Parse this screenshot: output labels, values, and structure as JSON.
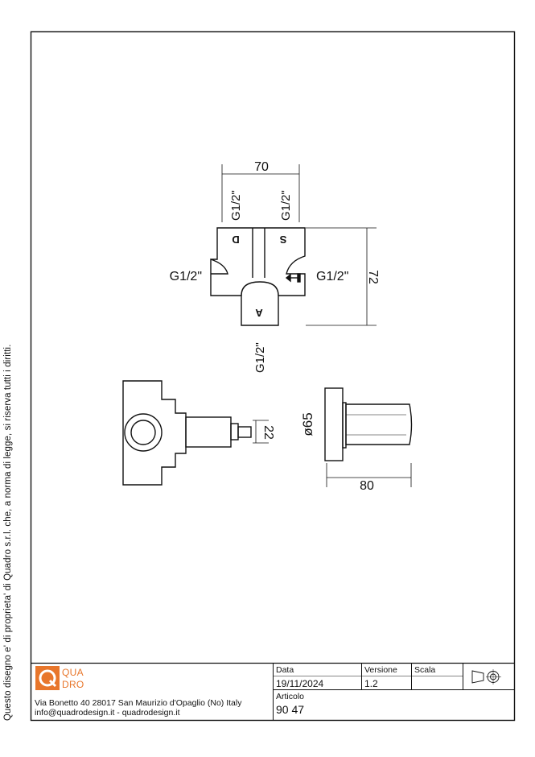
{
  "drawing": {
    "top_view": {
      "width_dim": "70",
      "height_dim": "72",
      "port_top_left": "G1/2\"",
      "port_top_right": "G1/2\"",
      "port_left": "G1/2\"",
      "port_right": "G1/2\"",
      "port_bottom": "G1/2\"",
      "label_d": "D",
      "label_s": "S",
      "label_a": "A"
    },
    "side_view": {
      "stem_dim": "22"
    },
    "handle_view": {
      "diameter_dim": "ø65",
      "length_dim": "80"
    }
  },
  "copyright_note": "Questo disegno e' di proprieta' di Quadro s.r.l. che, a norma di legge, si riserva tutti i diritti.",
  "company": {
    "logo_line1": "QUA",
    "logo_line2": "DRO",
    "address": "Via Bonetto 40  28017 San Maurizio d'Opaglio (No) Italy",
    "contacts": "info@quadrodesign.it  -  quadrodesign.it",
    "brand_color": "#e8762b"
  },
  "title_block": {
    "data_label": "Data",
    "data_value": "19/11/2024",
    "versione_label": "Versione",
    "versione_value": "1.2",
    "scala_label": "Scala",
    "articolo_label": "Articolo",
    "articolo_value": "90 47"
  }
}
